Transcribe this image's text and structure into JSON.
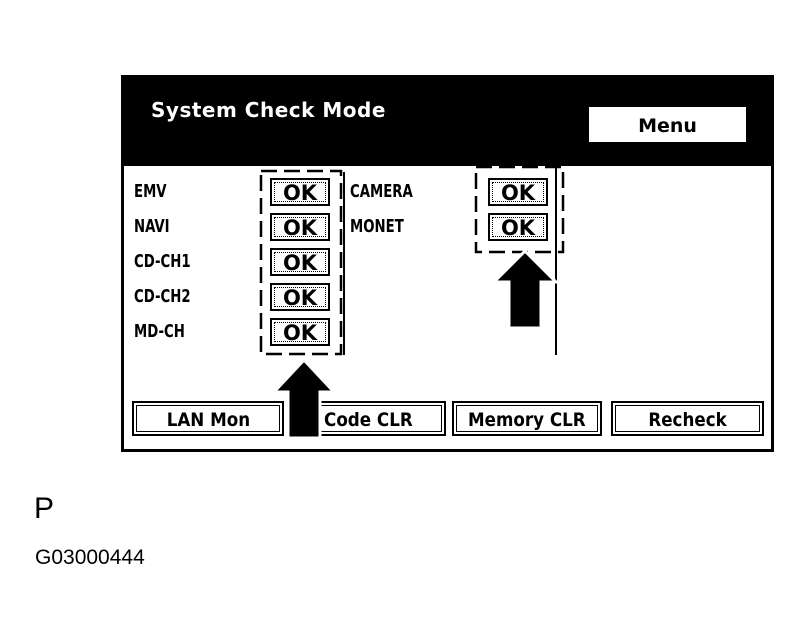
{
  "screen": {
    "title": "System Check Mode",
    "menu_label": "Menu"
  },
  "left_items": [
    {
      "label": "EMV",
      "status": "OK"
    },
    {
      "label": "NAVI",
      "status": "OK"
    },
    {
      "label": "CD-CH1",
      "status": "OK"
    },
    {
      "label": "CD-CH2",
      "status": "OK"
    },
    {
      "label": "MD-CH",
      "status": "OK"
    }
  ],
  "right_items": [
    {
      "label": "CAMERA",
      "status": "OK"
    },
    {
      "label": "MONET",
      "status": "OK"
    }
  ],
  "bottom_buttons": [
    {
      "label": "LAN Mon"
    },
    {
      "label": "Code CLR"
    },
    {
      "label": "Memory CLR"
    },
    {
      "label": "Recheck"
    }
  ],
  "figure": {
    "letter": "P",
    "code": "G03000444"
  },
  "colors": {
    "header_bg": "#000000",
    "header_text": "#ffffff",
    "screen_bg": "#ffffff"
  },
  "icons": [
    "up-arrow-icon",
    "up-arrow-icon"
  ]
}
